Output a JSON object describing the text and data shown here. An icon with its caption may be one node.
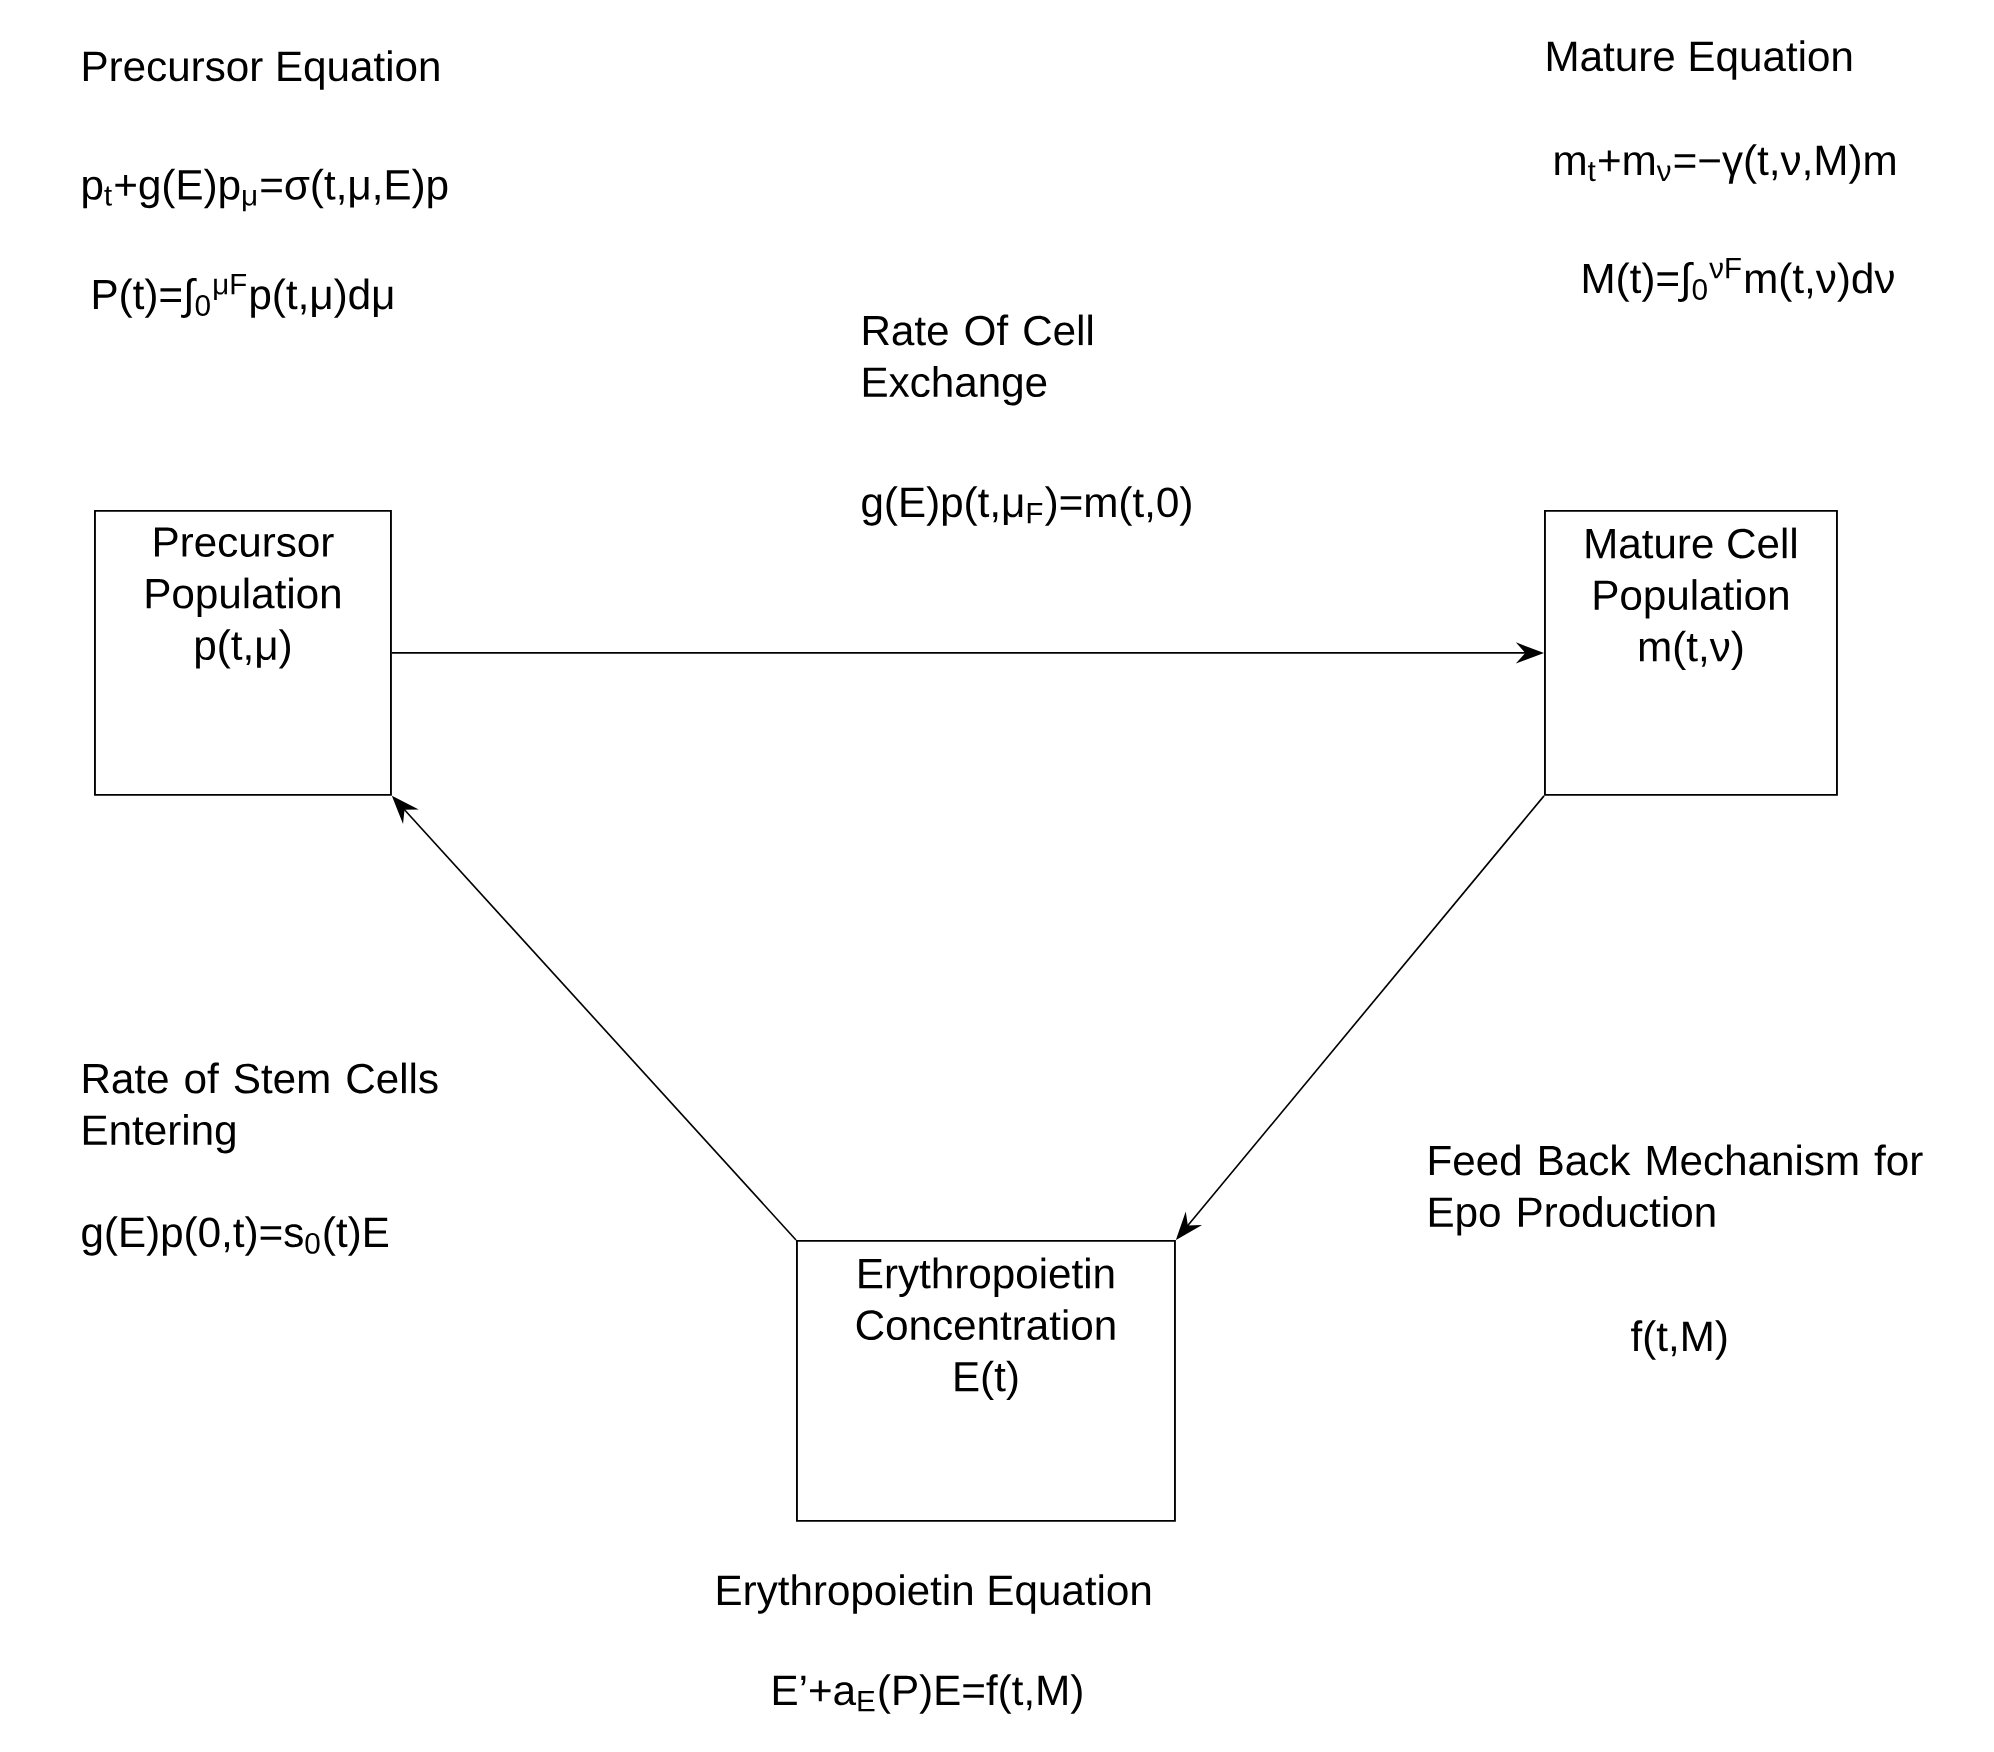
{
  "diagram": {
    "nodes": [
      {
        "text": [
          "Precursor Population",
          "p(t,μ)"
        ]
      },
      {
        "text": [
          "Mature Cell Population",
          "m(t,ν)"
        ]
      },
      {
        "text": [
          "Erythropoietin Concentration",
          "E(t)"
        ]
      }
    ],
    "edges": [
      {
        "from": 0,
        "to": 1,
        "arrow": "to"
      },
      {
        "from": 1,
        "to": 2,
        "arrow": "to"
      },
      {
        "from": 2,
        "to": 0,
        "arrow": "to"
      }
    ],
    "labels": [
      "Precursor Equation",
      "p$_{t}$+g(E)p$_{μ}$=σ(t,μ,E)p",
      "P(t)=∫$_{0}$$^{μF}$p(t,μ)dμ",
      "Mature Equation",
      "m$_{t}$+m$_{ν}$=−γ(t,ν,M)m",
      "M(t)=∫$_{0}$$^{νF}$m(t,ν)dν",
      "Rate Of Cell Exchange",
      "g(E)p(t,μ$_{F}$)=m(t,0)",
      "Rate of Stem Cells Entering",
      "g(E)p(0,t)=s$_{0}$(t)E",
      "Feed Back Mechanism for Epo Production",
      "f(t,M)",
      "Erythropoietin Equation",
      "E’+a$_{E}$(P)E=f(t,M)"
    ]
  }
}
